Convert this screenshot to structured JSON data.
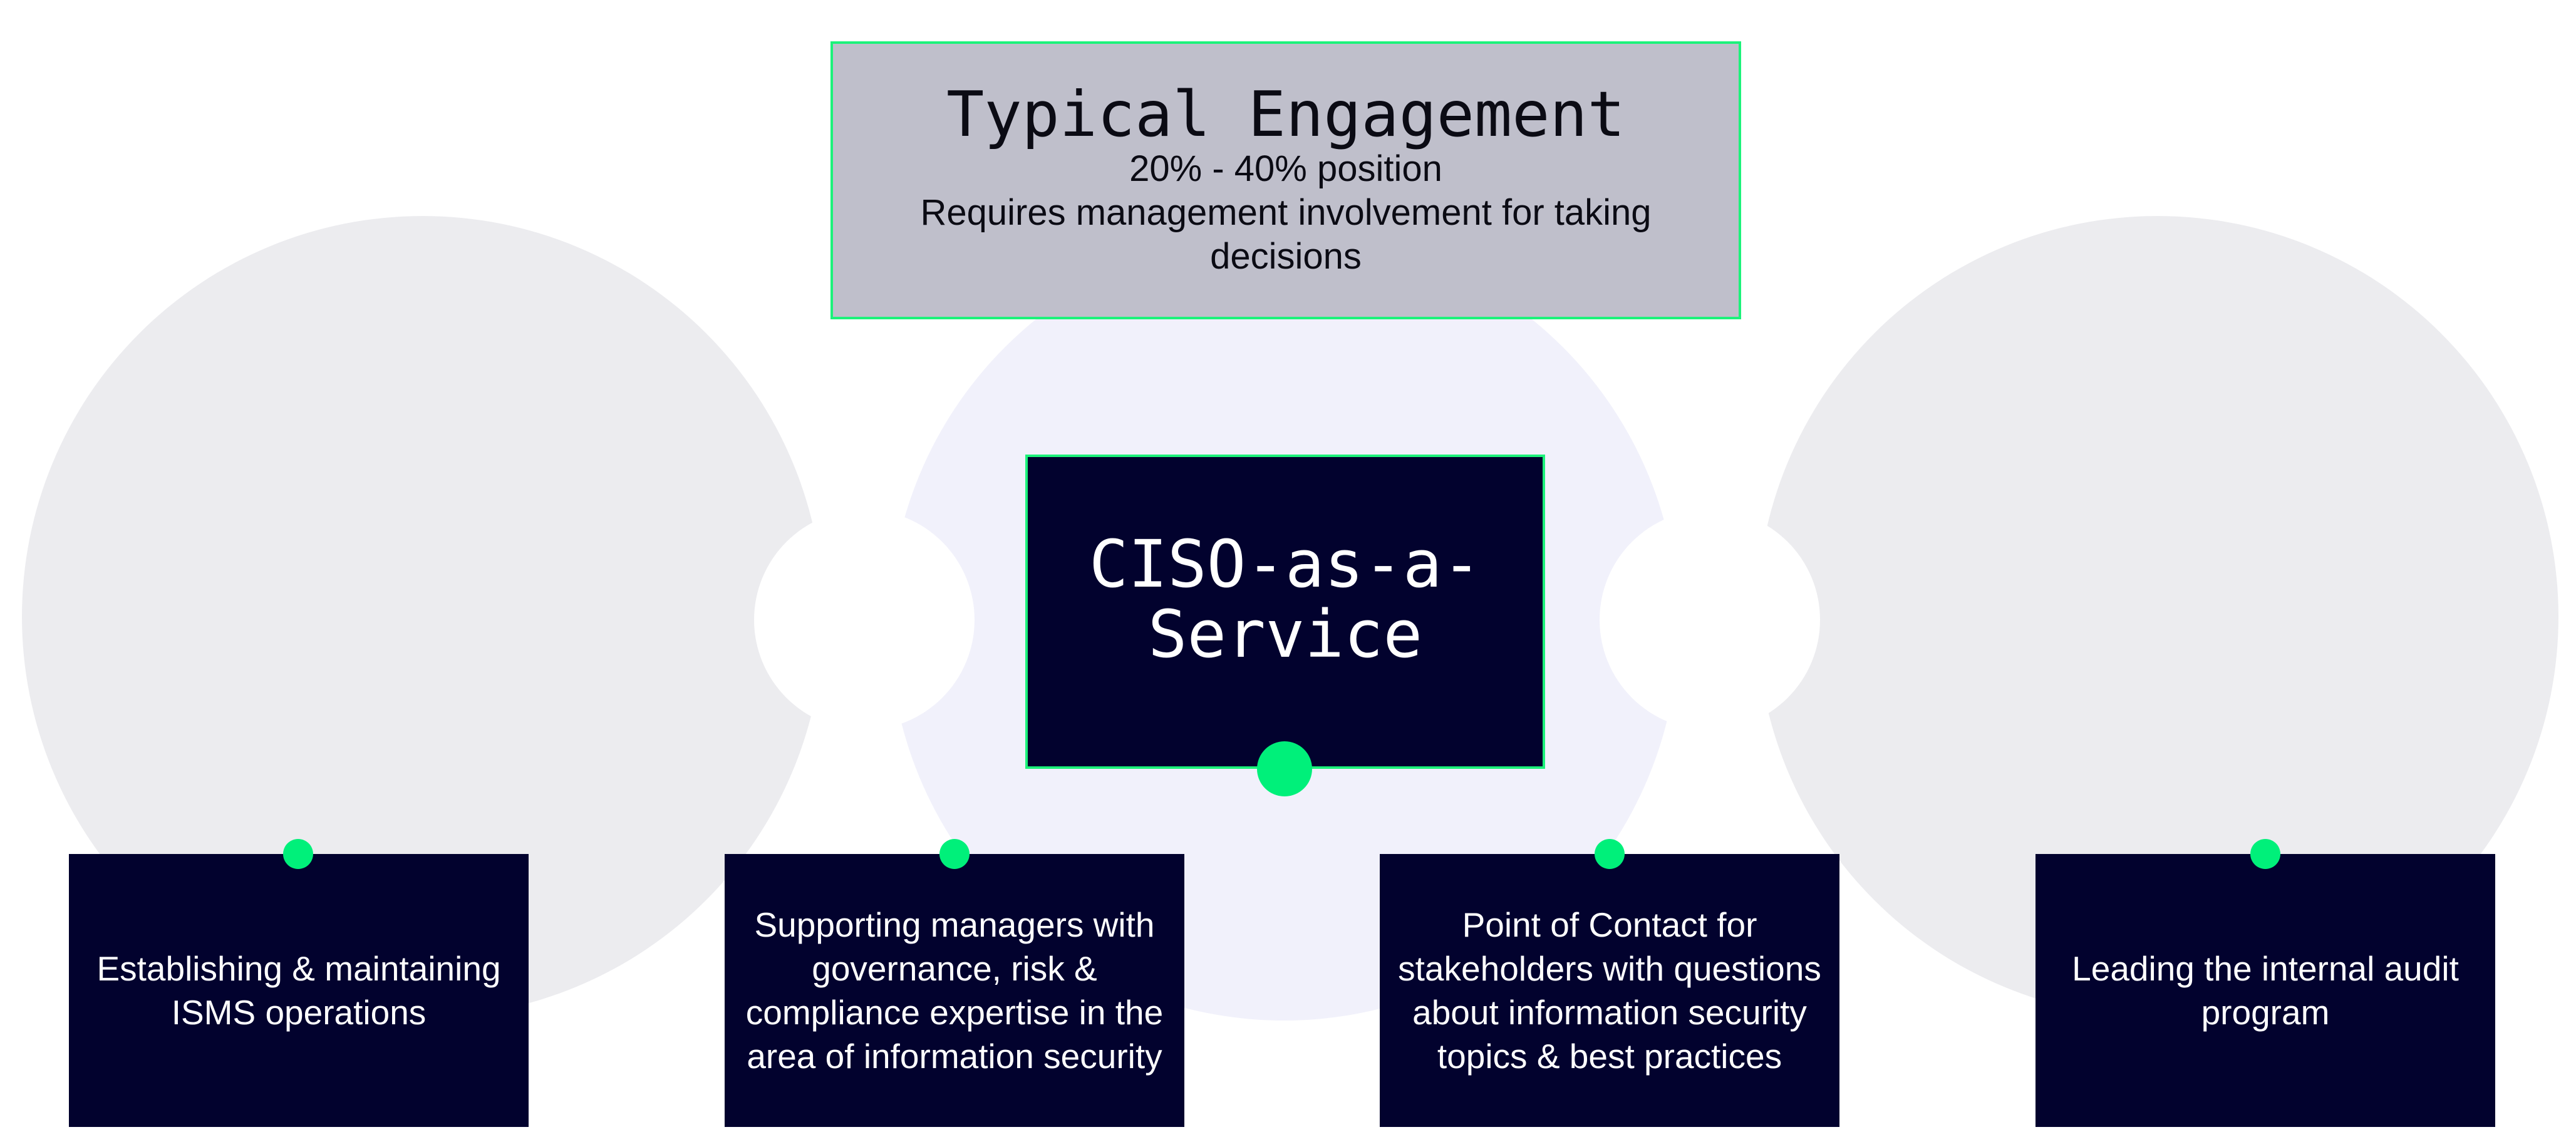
{
  "colors": {
    "navy": "#02022e",
    "accent_green": "#1cf27a",
    "grey_box": "#bfbfcb",
    "circle_side": "#ececef",
    "circle_center": "#f1f1fb"
  },
  "engagement": {
    "title": "Typical Engagement",
    "line1": "20% - 40% position",
    "line2": "Requires management involvement for taking decisions"
  },
  "center": {
    "title": "CISO-as-a-Service"
  },
  "services": [
    {
      "label": "Establishing & maintaining ISMS operations"
    },
    {
      "label": "Supporting managers with governance, risk & compliance expertise in the area of information security"
    },
    {
      "label": "Point of Contact for stakeholders with questions about information security topics & best practices"
    },
    {
      "label": "Leading the internal audit program"
    }
  ]
}
